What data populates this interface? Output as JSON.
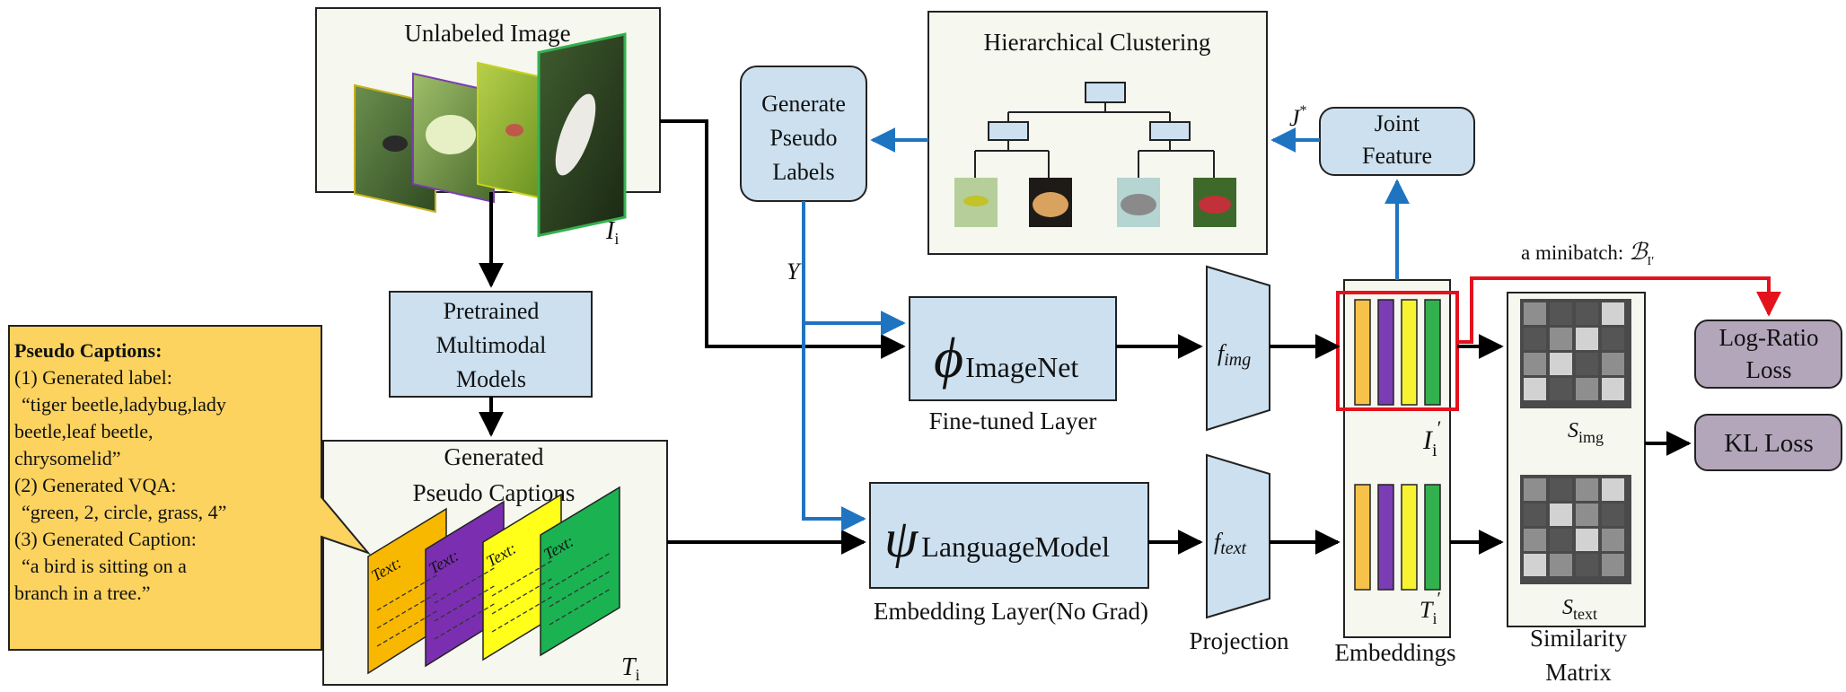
{
  "unlabeled_image": {
    "title": "Unlabeled Image",
    "label_main": "I",
    "label_sub": "i"
  },
  "pretrained": {
    "lines": [
      "Pretrained",
      "Multimodal",
      "Models"
    ]
  },
  "generated_captions": {
    "lines": [
      "Generated",
      "Pseudo Captions"
    ],
    "label_main": "T",
    "label_sub": "i",
    "card_text": "Text:"
  },
  "callout": {
    "title": "Pseudo Captions:",
    "lines": [
      "(1) Generated label:",
      "“tiger beetle,ladybug,lady",
      "beetle,leaf beetle,",
      "chrysomelid”",
      "(2) Generated VQA:",
      "“green, 2, circle, grass, 4”",
      "(3) Generated Caption:",
      "“a bird is sitting on a",
      "branch in a tree.”"
    ]
  },
  "pseudo_labels": {
    "lines": [
      "Generate",
      "Pseudo",
      "Labels"
    ],
    "y_label": "Y"
  },
  "clustering": {
    "title": "Hierarchical Clustering"
  },
  "joint_feature": {
    "lines": [
      "Joint",
      "Feature"
    ],
    "j_label": "J",
    "j_sup": "*"
  },
  "image_net": {
    "symbol": "ϕ",
    "subscript": "ImageNet",
    "caption": "Fine-tuned Layer"
  },
  "language_model": {
    "symbol": "ψ",
    "subscript": "LanguageModel",
    "caption": "Embedding Layer(No Grad)"
  },
  "projection": {
    "f_img_main": "f",
    "f_img_sub": "img",
    "f_text_main": "f",
    "f_text_sub": "text",
    "caption": "Projection"
  },
  "embeddings": {
    "caption": "Embeddings",
    "i_label": "I",
    "i_sub": "i",
    "i_prime": "′",
    "t_label": "T",
    "t_sub": "i",
    "t_prime": "′"
  },
  "minibatch": {
    "text": "a minibatch: ",
    "symbol": "ℬ",
    "subscript": "I′"
  },
  "similarity": {
    "lines": [
      "Similarity",
      "Matrix"
    ],
    "s_img_main": "S",
    "s_img_sub": "img",
    "s_text_main": "S",
    "s_text_sub": "text"
  },
  "losses": {
    "log_ratio": [
      "Log-Ratio",
      "Loss"
    ],
    "kl": "KL Loss"
  },
  "colors": {
    "box_blue": "#cce0ef",
    "panel_bg": "#f6f7ef",
    "callout": "#fcd35f",
    "loss_purple": "#b3a6bb",
    "arrow_blue": "#1f74c1",
    "highlight_red": "#e3121d",
    "bar_orange": "#f6c24b",
    "bar_purple": "#7b3db3",
    "bar_yellow": "#f8f332",
    "bar_green": "#33b14f"
  }
}
